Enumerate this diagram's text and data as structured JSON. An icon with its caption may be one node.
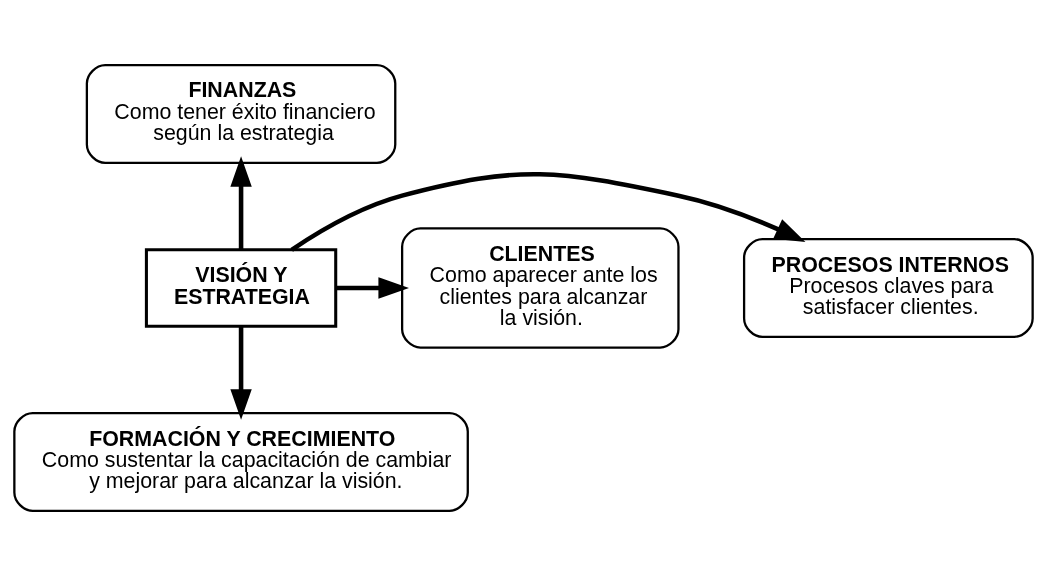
{
  "diagram": {
    "nodes": [
      {
        "text": [
          "FINANZAS",
          "Como tener éxito financiero según la estrategia"
        ]
      },
      {
        "text": [
          "CLIENTES",
          "Como aparecer ante los clientes para alcanzar la visión."
        ]
      },
      {
        "text": [
          "VISIÓN Y ESTRATEGIA"
        ]
      },
      {
        "text": [
          "PROCESOS INTERNOS",
          "Procesos claves para satisfacer clientes."
        ]
      },
      {
        "text": [
          "FORMACIÓN Y CRECIMIENTO",
          "Como sustentar la capacitación de cambiar y mejorar para alcanzar la visión."
        ]
      }
    ],
    "edges": [
      {
        "from": 2,
        "to": 0,
        "arrow": "to"
      },
      {
        "from": 2,
        "to": 1,
        "arrow": "to"
      },
      {
        "from": 2,
        "to": 3,
        "arrow": "to"
      },
      {
        "from": 2,
        "to": 4,
        "arrow": "to"
      }
    ]
  }
}
